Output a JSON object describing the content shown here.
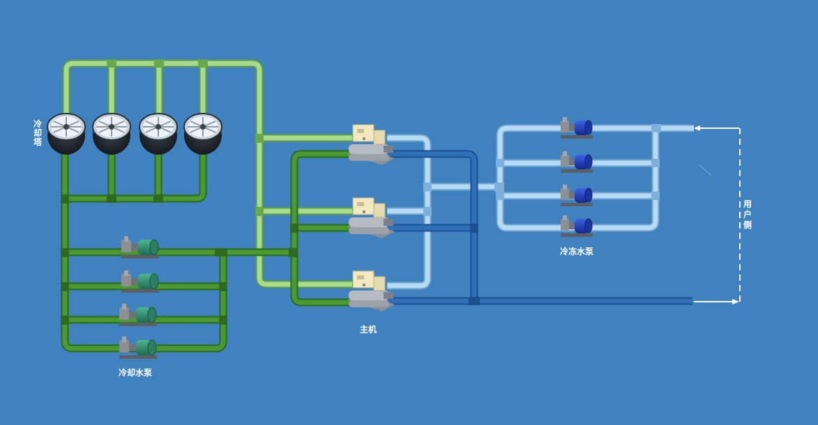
{
  "labels": {
    "cooling_tower": "冷却塔",
    "cooling_pump": "冷却水泵",
    "host": "主机",
    "chilled_pump": "冷冻水泵",
    "user_side": "用户侧"
  },
  "colors": {
    "background": "#3f82bf",
    "cooling_supply_pipe": "#8fcd6e",
    "cooling_return_pipe": "#3f8a2a",
    "chilled_light_pipe": "#a9d2f2",
    "chilled_dark_pipe": "#2f6fb8",
    "tower_body": "#1d2228",
    "tower_fan": "#e8eef4",
    "cooling_pump_motor": "#2e8a6e",
    "chilled_pump_motor": "#1f3fb0",
    "chiller_panel": "#f1e9c2",
    "arrow": "#ffffff"
  },
  "icons": {
    "cooling_tower": "cooling-tower-icon",
    "cooling_pump": "water-pump-icon",
    "chiller": "chiller-unit-icon",
    "chilled_pump": "water-pump-icon"
  }
}
